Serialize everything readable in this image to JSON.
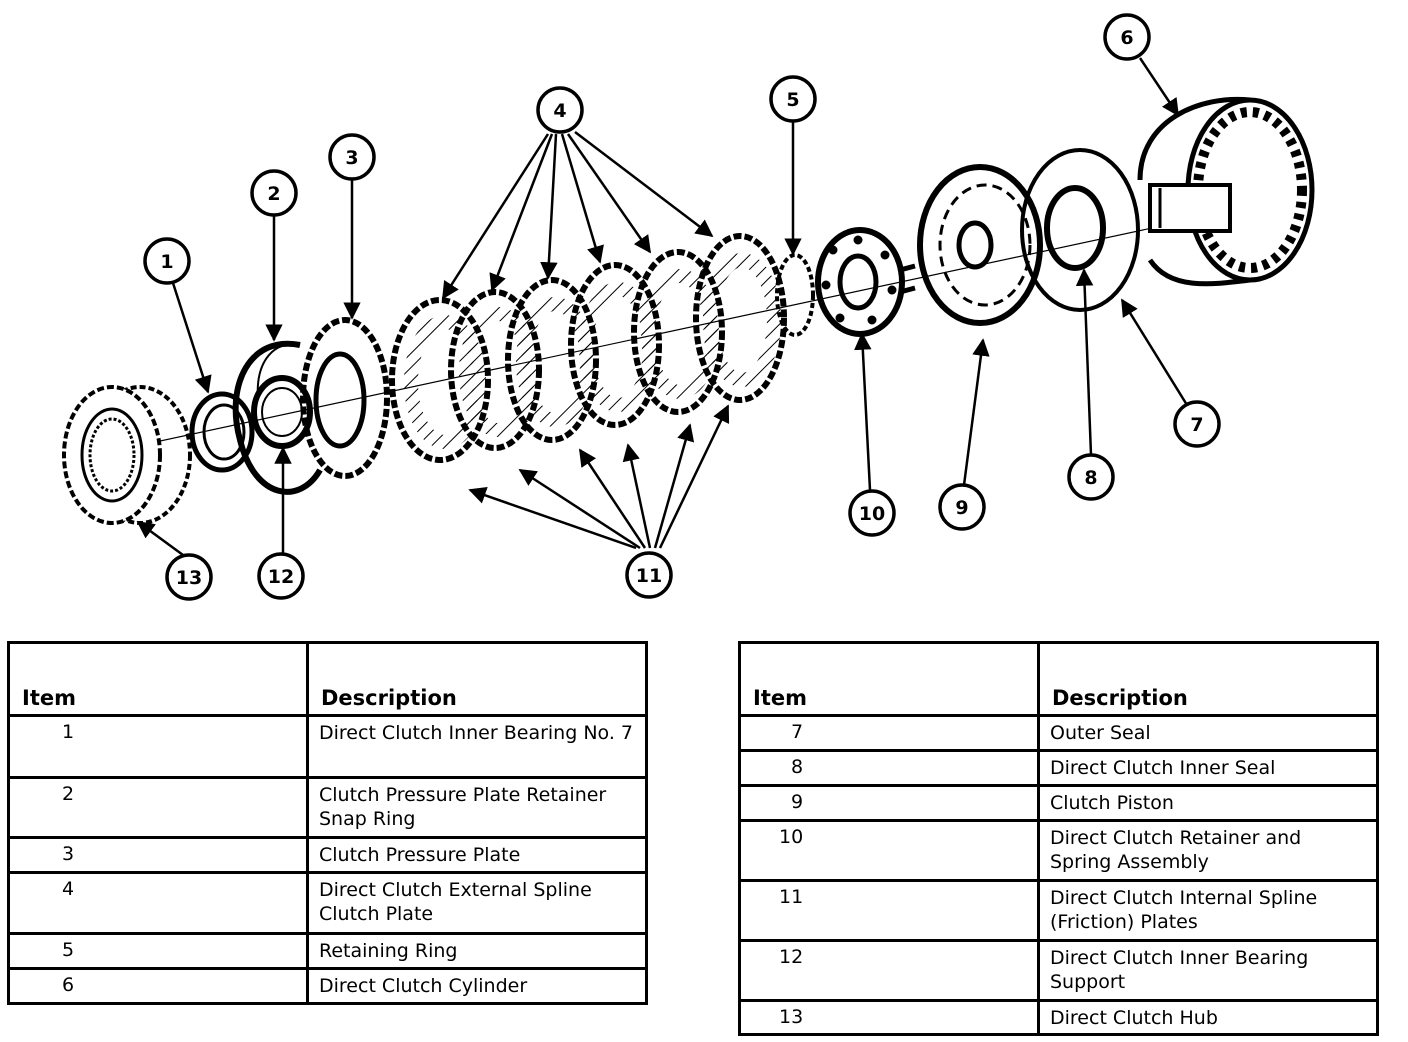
{
  "callouts": [
    "1",
    "2",
    "3",
    "4",
    "5",
    "6",
    "7",
    "8",
    "9",
    "10",
    "11",
    "12",
    "13"
  ],
  "tables": {
    "left": {
      "headers": [
        "Item",
        "Description"
      ],
      "rows": [
        {
          "item": "1",
          "description": "Direct Clutch Inner Bearing No. 7"
        },
        {
          "item": "2",
          "description": "Clutch Pressure Plate Retainer Snap Ring"
        },
        {
          "item": "3",
          "description": "Clutch Pressure Plate"
        },
        {
          "item": "4",
          "description": "Direct Clutch External Spline Clutch Plate"
        },
        {
          "item": "5",
          "description": "Retaining Ring"
        },
        {
          "item": "6",
          "description": "Direct Clutch Cylinder"
        }
      ]
    },
    "right": {
      "headers": [
        "Item",
        "Description"
      ],
      "rows": [
        {
          "item": "7",
          "description": "Outer Seal"
        },
        {
          "item": "8",
          "description": "Direct Clutch Inner Seal"
        },
        {
          "item": "9",
          "description": "Clutch Piston"
        },
        {
          "item": "10",
          "description": "Direct Clutch Retainer and Spring Assembly"
        },
        {
          "item": "11",
          "description": "Direct Clutch Internal Spline (Friction) Plates"
        },
        {
          "item": "12",
          "description": "Direct Clutch Inner Bearing Support"
        },
        {
          "item": "13",
          "description": "Direct Clutch Hub"
        }
      ]
    }
  }
}
